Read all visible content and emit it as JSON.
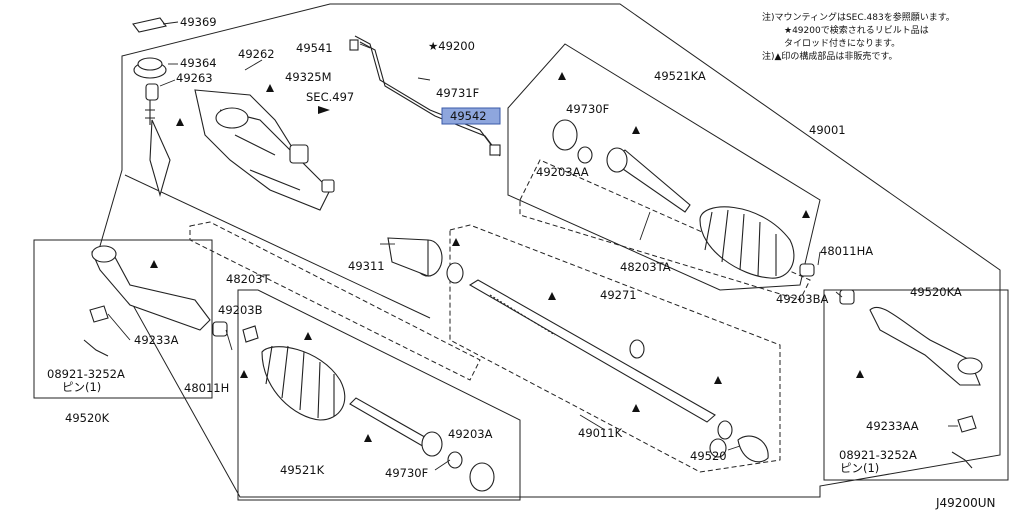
{
  "notes": {
    "line1": "注)マウンティングはSEC.483を参照願います。",
    "line2": "★49200で検索されるリビルト品は",
    "line3": "タイロッド付きになります。",
    "line4": "注)▲印の構成部品は非販売です。"
  },
  "labels": {
    "p49369": "49369",
    "p49364": "49364",
    "p49263": "49263",
    "p49262": "49262",
    "p49541": "49541",
    "p49200": "★49200",
    "p49325m": "49325M",
    "sec497": "SEC.497",
    "p49731f": "49731F",
    "p49542": "49542",
    "p49521ka": "49521KA",
    "p49001": "49001",
    "p49730f_top": "49730F",
    "p49203aa": "49203AA",
    "p49311": "49311",
    "p48203ta": "48203TA",
    "p48011ha": "48011HA",
    "p49203ba": "49203BA",
    "p49271": "49271",
    "p49520ka": "49520KA",
    "p49233a": "49233A",
    "p08921_left": "08921-3252A",
    "pin_left": "ピン(1)",
    "p49520k": "49520K",
    "p48203t": "48203T",
    "p49203b": "49203B",
    "p48011h": "48011H",
    "p49011k": "49011K",
    "p49203a": "49203A",
    "p49730f_bottom": "49730F",
    "p49521k": "49521K",
    "p49520": "49520",
    "p49233aa": "49233AA",
    "p08921_right": "08921-3252A",
    "pin_right": "ピン(1)"
  },
  "diagram_code": "J49200UN",
  "highlight_color": "#8ea6dd"
}
